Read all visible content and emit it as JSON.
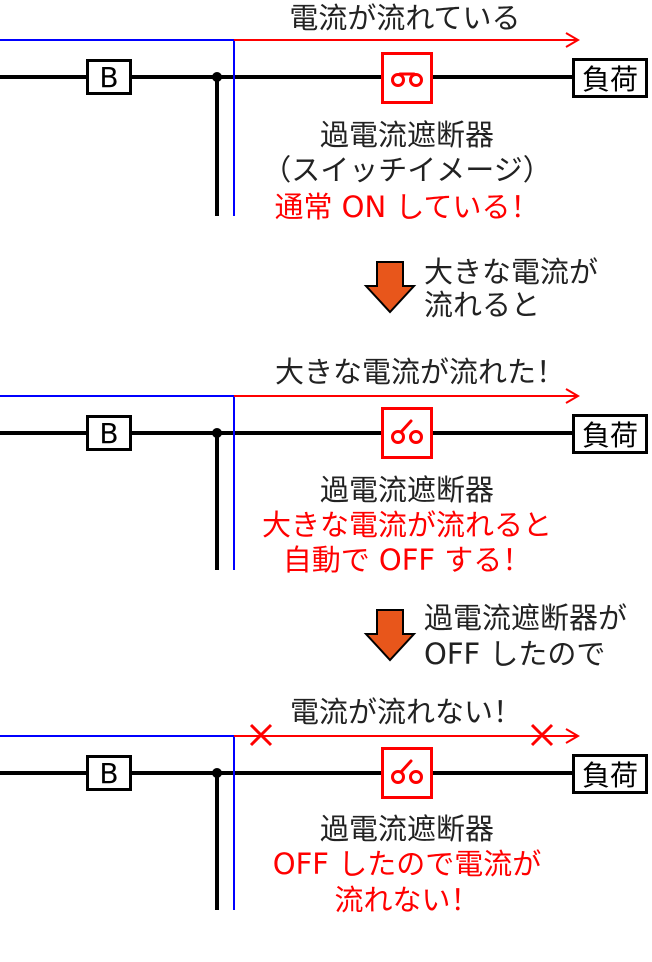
{
  "stage1": {
    "flow_label": "電流が流れている",
    "breaker_box": "B",
    "load_box": "負荷",
    "caption_line1": "過電流遮断器",
    "caption_line2": "（スイッチイメージ）",
    "caption_line3": "通常 ON している！"
  },
  "step1": {
    "line1": "大きな電流が",
    "line2": "流れると"
  },
  "stage2": {
    "flow_label": "大きな電流が流れた！",
    "breaker_box": "B",
    "load_box": "負荷",
    "caption_line1": "過電流遮断器",
    "caption_line2": "大きな電流が流れると",
    "caption_line3": "自動で OFF する！"
  },
  "step2": {
    "line1": "過電流遮断器が",
    "line2": "OFF したので"
  },
  "stage3": {
    "flow_label": "電流が流れない！",
    "breaker_box": "B",
    "load_box": "負荷",
    "caption_line1": "過電流遮断器",
    "caption_line2": "OFF したので電流が",
    "caption_line3": "流れない！"
  },
  "colors": {
    "wire": "#000000",
    "flow_arrow": "#ff0000",
    "boundary_line": "#0000ff",
    "emphasis_text": "#ff0000",
    "step_arrow_fill": "#e8561b",
    "step_arrow_stroke": "#000000"
  }
}
